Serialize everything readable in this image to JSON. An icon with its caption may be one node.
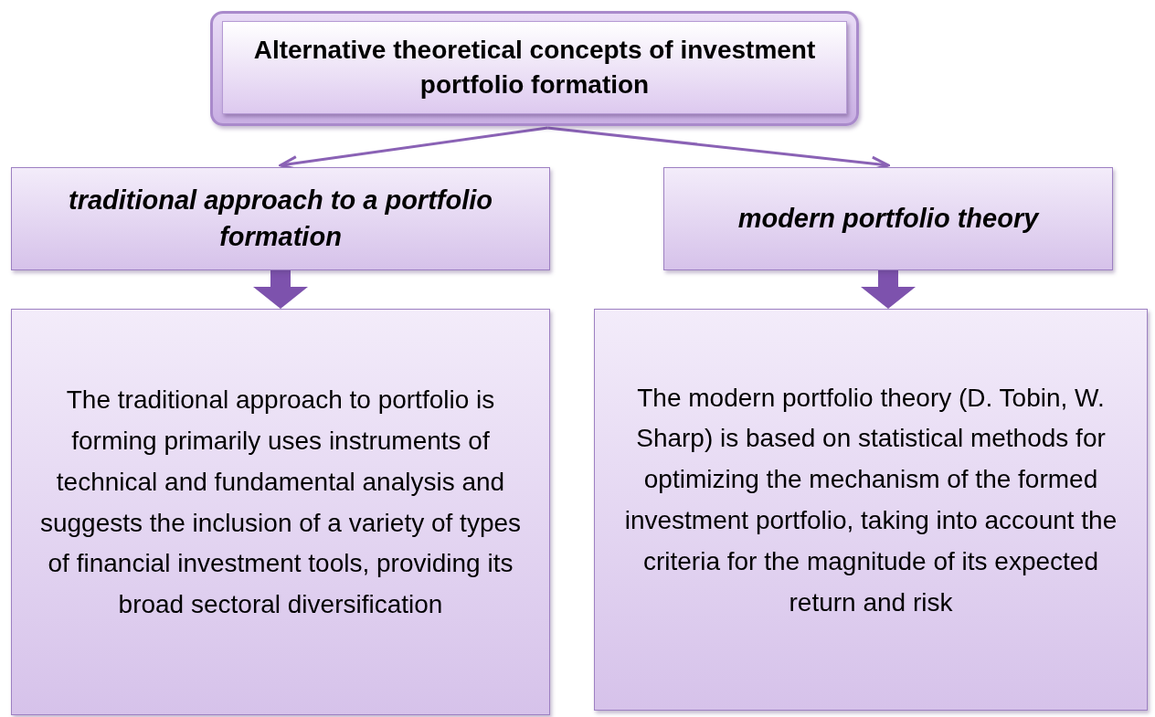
{
  "diagram": {
    "nodes": [
      {
        "text": [
          "Alternative theoretical concepts of investment portfolio formation"
        ]
      },
      {
        "text": [
          "traditional approach to a portfolio formation"
        ]
      },
      {
        "text": [
          "modern portfolio theory"
        ]
      },
      {
        "text": [
          "The traditional approach to portfolio is forming primarily uses instruments of technical and fundamental analysis and suggests the inclusion of a variety of types of financial investment tools, providing its broad sectoral diversification"
        ]
      },
      {
        "text": [
          "The modern portfolio theory (D. Tobin, W. Sharp) is based on statistical methods for optimizing the mechanism of the formed investment portfolio, taking into account the criteria for the magnitude of its expected return and risk"
        ]
      }
    ],
    "edges": [
      {
        "from": 0,
        "to": 1,
        "arrow": "to"
      },
      {
        "from": 0,
        "to": 2,
        "arrow": "to"
      },
      {
        "from": 1,
        "to": 3,
        "arrow": "to",
        "style": "thick"
      },
      {
        "from": 2,
        "to": 4,
        "arrow": "to",
        "style": "thick"
      }
    ]
  }
}
